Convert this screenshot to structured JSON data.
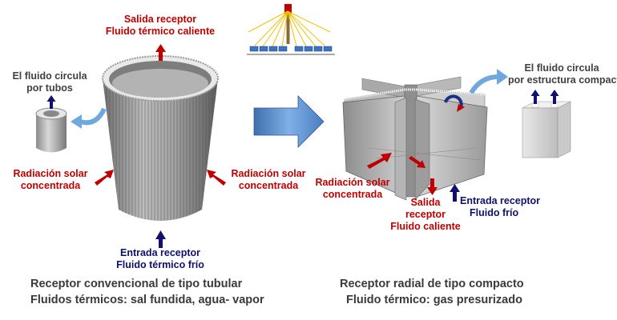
{
  "left": {
    "top_label": [
      "Salida receptor",
      "Fluido térmico caliente"
    ],
    "tube_note": [
      "El fluido circula",
      "por tubos"
    ],
    "radiation_left": [
      "Radiación solar",
      "concentrada"
    ],
    "radiation_right": [
      "Radiación solar",
      "concentrada"
    ],
    "bottom_label": [
      "Entrada receptor",
      "Fluido térmico frío"
    ],
    "caption": [
      "Receptor convencional de tipo tubular",
      "Fluidos térmicos: sal fundida, agua- vapor"
    ]
  },
  "right": {
    "compact_note": [
      "El fluido circula",
      "por estructura compacta"
    ],
    "radiation": [
      "Radiación solar",
      "concentrada"
    ],
    "outlet_label": [
      "Salida",
      "receptor",
      "Fluido caliente"
    ],
    "inlet_label": [
      "Entrada receptor",
      "Fluido frío"
    ],
    "caption": [
      "Receptor radial de tipo compacto",
      "Fluido térmico: gas presurizado"
    ]
  },
  "colors": {
    "hot": "#c00000",
    "cold": "#10106e",
    "flow_arrow": "#6fa8dc",
    "metal": "#9a9a9a"
  }
}
